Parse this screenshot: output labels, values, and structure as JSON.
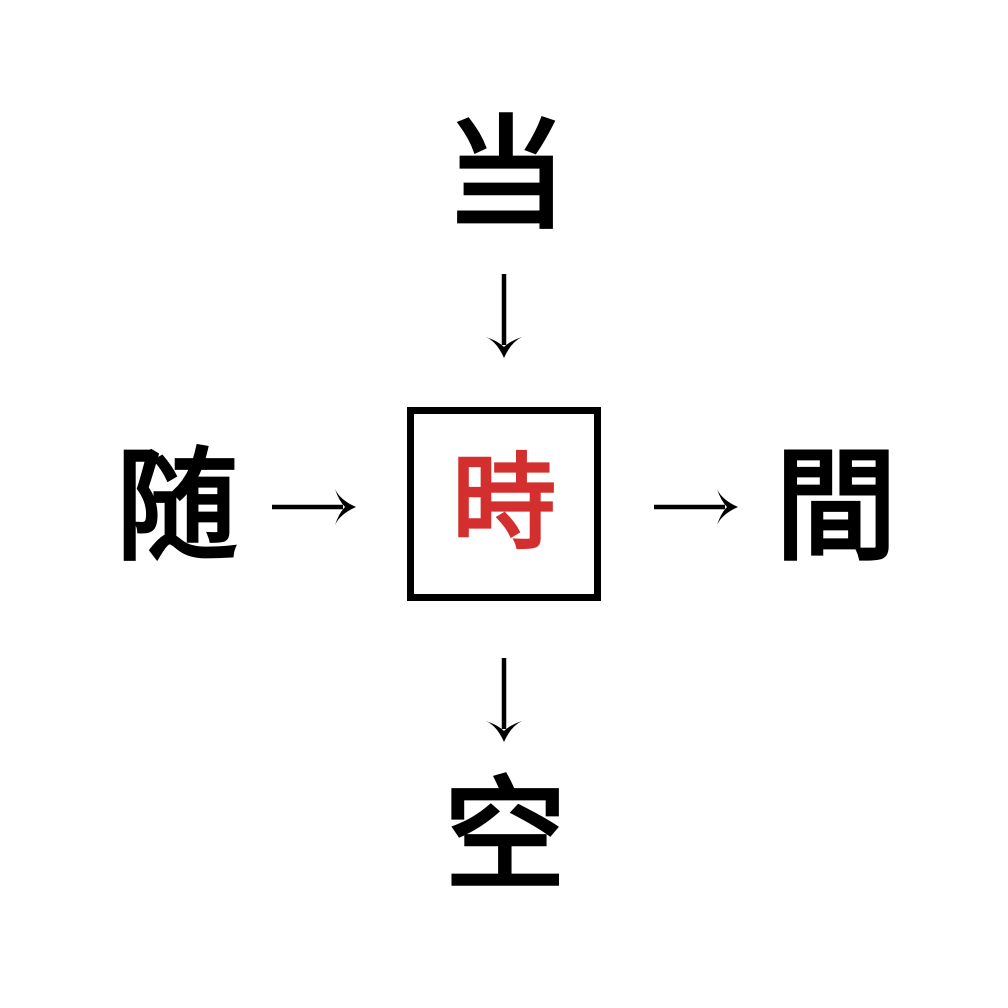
{
  "puzzle": {
    "center_char": "時",
    "top_char": "当",
    "left_char": "随",
    "right_char": "間",
    "bottom_char": "空"
  },
  "icons": {
    "top_arrow": "down-arrow",
    "bottom_arrow": "down-arrow",
    "left_arrow": "right-arrow",
    "right_arrow": "right-arrow"
  },
  "colors": {
    "background": "#ffffff",
    "character_black": "#000000",
    "center_character_red": "#d32f2f",
    "box_border": "#000000"
  }
}
